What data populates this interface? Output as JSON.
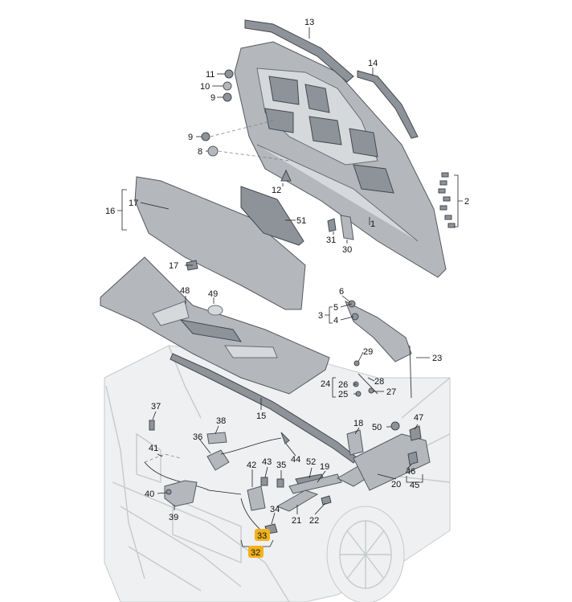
{
  "diagram": {
    "callouts": [
      {
        "id": "c1",
        "text": "1"
      },
      {
        "id": "c2",
        "text": "2"
      },
      {
        "id": "c3",
        "text": "3"
      },
      {
        "id": "c4",
        "text": "4"
      },
      {
        "id": "c5",
        "text": "5"
      },
      {
        "id": "c6",
        "text": "6"
      },
      {
        "id": "c8",
        "text": "8"
      },
      {
        "id": "c9a",
        "text": "9"
      },
      {
        "id": "c9b",
        "text": "9"
      },
      {
        "id": "c10",
        "text": "10"
      },
      {
        "id": "c11",
        "text": "11"
      },
      {
        "id": "c12",
        "text": "12"
      },
      {
        "id": "c13",
        "text": "13"
      },
      {
        "id": "c14",
        "text": "14"
      },
      {
        "id": "c15",
        "text": "15"
      },
      {
        "id": "c16",
        "text": "16"
      },
      {
        "id": "c17a",
        "text": "17"
      },
      {
        "id": "c17b",
        "text": "17"
      },
      {
        "id": "c18",
        "text": "18"
      },
      {
        "id": "c19",
        "text": "19"
      },
      {
        "id": "c20",
        "text": "20"
      },
      {
        "id": "c21",
        "text": "21"
      },
      {
        "id": "c22",
        "text": "22"
      },
      {
        "id": "c23",
        "text": "23"
      },
      {
        "id": "c24",
        "text": "24"
      },
      {
        "id": "c25",
        "text": "25"
      },
      {
        "id": "c26",
        "text": "26"
      },
      {
        "id": "c27",
        "text": "27"
      },
      {
        "id": "c28",
        "text": "28"
      },
      {
        "id": "c29",
        "text": "29"
      },
      {
        "id": "c30",
        "text": "30"
      },
      {
        "id": "c31",
        "text": "31"
      },
      {
        "id": "c32",
        "text": "32"
      },
      {
        "id": "c33",
        "text": "33"
      },
      {
        "id": "c34",
        "text": "34"
      },
      {
        "id": "c35",
        "text": "35"
      },
      {
        "id": "c36",
        "text": "36"
      },
      {
        "id": "c37",
        "text": "37"
      },
      {
        "id": "c38",
        "text": "38"
      },
      {
        "id": "c39",
        "text": "39"
      },
      {
        "id": "c40",
        "text": "40"
      },
      {
        "id": "c41",
        "text": "41"
      },
      {
        "id": "c42",
        "text": "42"
      },
      {
        "id": "c43",
        "text": "43"
      },
      {
        "id": "c44",
        "text": "44"
      },
      {
        "id": "c45",
        "text": "45"
      },
      {
        "id": "c46",
        "text": "46"
      },
      {
        "id": "c47",
        "text": "47"
      },
      {
        "id": "c48",
        "text": "48"
      },
      {
        "id": "c49",
        "text": "49"
      },
      {
        "id": "c50",
        "text": "50"
      },
      {
        "id": "c51",
        "text": "51"
      },
      {
        "id": "c52",
        "text": "52"
      }
    ],
    "highlight_color": "#f2b21b",
    "part_color": "#b4b8bd",
    "outline_color": "#55595e"
  }
}
